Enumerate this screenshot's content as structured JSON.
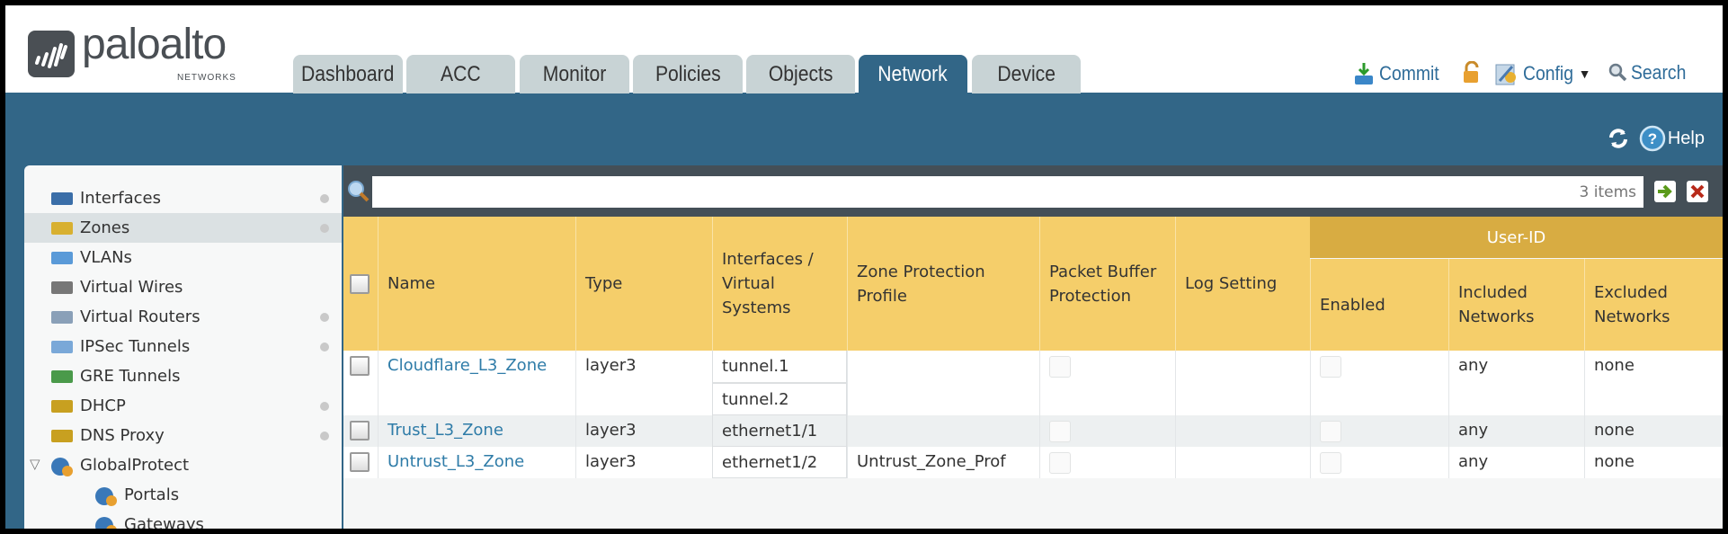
{
  "brand": {
    "name": "paloalto",
    "sub": "NETWORKS"
  },
  "tabs": [
    {
      "label": "Dashboard"
    },
    {
      "label": "ACC"
    },
    {
      "label": "Monitor"
    },
    {
      "label": "Policies"
    },
    {
      "label": "Objects"
    },
    {
      "label": "Network",
      "active": true
    },
    {
      "label": "Device"
    }
  ],
  "header_actions": {
    "commit": "Commit",
    "config": "Config",
    "search": "Search",
    "help": "Help"
  },
  "sidebar": {
    "items": [
      {
        "label": "Interfaces",
        "icon": "interfaces-icon",
        "dot": true
      },
      {
        "label": "Zones",
        "icon": "zones-icon",
        "dot": true,
        "selected": true
      },
      {
        "label": "VLANs",
        "icon": "vlans-icon",
        "dot": false
      },
      {
        "label": "Virtual Wires",
        "icon": "virtual-wires-icon",
        "dot": false
      },
      {
        "label": "Virtual Routers",
        "icon": "virtual-routers-icon",
        "dot": true
      },
      {
        "label": "IPSec Tunnels",
        "icon": "ipsec-tunnels-icon",
        "dot": true
      },
      {
        "label": "GRE Tunnels",
        "icon": "gre-tunnels-icon",
        "dot": false
      },
      {
        "label": "DHCP",
        "icon": "dhcp-icon",
        "dot": true
      },
      {
        "label": "DNS Proxy",
        "icon": "dns-proxy-icon",
        "dot": true
      },
      {
        "label": "GlobalProtect",
        "icon": "globalprotect-icon",
        "dot": false,
        "expanded": true
      },
      {
        "label": "Portals",
        "icon": "portals-icon",
        "dot": false,
        "child": true
      },
      {
        "label": "Gateways",
        "icon": "gateways-icon",
        "dot": false,
        "child": true
      }
    ]
  },
  "search": {
    "value": "",
    "count": "3 items"
  },
  "table": {
    "group_header": "User-ID",
    "columns": [
      "Name",
      "Type",
      "Interfaces / Virtual Systems",
      "Zone Protection Profile",
      "Packet Buffer Protection",
      "Log Setting",
      "Enabled",
      "Included Networks",
      "Excluded Networks"
    ],
    "rows": [
      {
        "name": "Cloudflare_L3_Zone",
        "type": "layer3",
        "interfaces": [
          "tunnel.1",
          "tunnel.2"
        ],
        "zone_protection": "",
        "packet_buffer": false,
        "log_setting": "",
        "enabled": false,
        "included": "any",
        "excluded": "none"
      },
      {
        "name": "Trust_L3_Zone",
        "type": "layer3",
        "interfaces": [
          "ethernet1/1"
        ],
        "zone_protection": "",
        "packet_buffer": false,
        "log_setting": "",
        "enabled": false,
        "included": "any",
        "excluded": "none"
      },
      {
        "name": "Untrust_L3_Zone",
        "type": "layer3",
        "interfaces": [
          "ethernet1/2"
        ],
        "zone_protection": "Untrust_Zone_Prof",
        "packet_buffer": false,
        "log_setting": "",
        "enabled": false,
        "included": "any",
        "excluded": "none"
      }
    ]
  },
  "colors": {
    "header_blue": "#326687",
    "table_header": "#f5ce6a",
    "user_id_header": "#d8ac42",
    "link": "#2f7ca8"
  }
}
